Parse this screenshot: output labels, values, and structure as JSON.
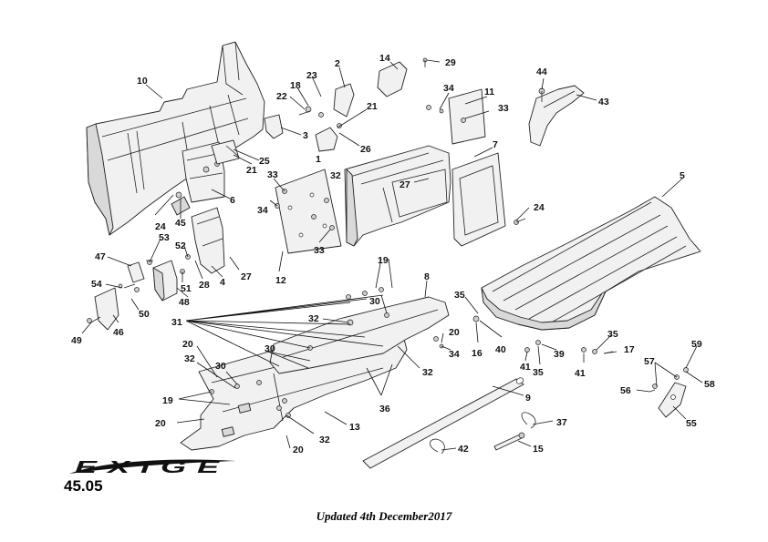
{
  "brand": "EXIGE",
  "page_number": "45.05",
  "update_note": "Updated 4th December2017",
  "callouts": [
    {
      "id": "c1",
      "text": "1"
    },
    {
      "id": "c2",
      "text": "2"
    },
    {
      "id": "c3",
      "text": "3"
    },
    {
      "id": "c4",
      "text": "4"
    },
    {
      "id": "c5",
      "text": "5"
    },
    {
      "id": "c6",
      "text": "6"
    },
    {
      "id": "c7",
      "text": "7"
    },
    {
      "id": "c8",
      "text": "8"
    },
    {
      "id": "c9",
      "text": "9"
    },
    {
      "id": "c10",
      "text": "10"
    },
    {
      "id": "c11",
      "text": "11"
    },
    {
      "id": "c12",
      "text": "12"
    },
    {
      "id": "c13",
      "text": "13"
    },
    {
      "id": "c14",
      "text": "14"
    },
    {
      "id": "c15",
      "text": "15"
    },
    {
      "id": "c16",
      "text": "16"
    },
    {
      "id": "c17",
      "text": "17"
    },
    {
      "id": "c18",
      "text": "18"
    },
    {
      "id": "c19a",
      "text": "19"
    },
    {
      "id": "c19b",
      "text": "19"
    },
    {
      "id": "c20a",
      "text": "20"
    },
    {
      "id": "c20b",
      "text": "20"
    },
    {
      "id": "c20c",
      "text": "20"
    },
    {
      "id": "c20d",
      "text": "20"
    },
    {
      "id": "c21a",
      "text": "21"
    },
    {
      "id": "c21b",
      "text": "21"
    },
    {
      "id": "c22",
      "text": "22"
    },
    {
      "id": "c23",
      "text": "23"
    },
    {
      "id": "c24a",
      "text": "24"
    },
    {
      "id": "c24b",
      "text": "24"
    },
    {
      "id": "c25",
      "text": "25"
    },
    {
      "id": "c26",
      "text": "26"
    },
    {
      "id": "c27a",
      "text": "27"
    },
    {
      "id": "c27b",
      "text": "27"
    },
    {
      "id": "c28",
      "text": "28"
    },
    {
      "id": "c29",
      "text": "29"
    },
    {
      "id": "c30a",
      "text": "30"
    },
    {
      "id": "c30b",
      "text": "30"
    },
    {
      "id": "c30c",
      "text": "30"
    },
    {
      "id": "c31",
      "text": "31"
    },
    {
      "id": "c32a",
      "text": "32"
    },
    {
      "id": "c32b",
      "text": "32"
    },
    {
      "id": "c32c",
      "text": "32"
    },
    {
      "id": "c32d",
      "text": "32"
    },
    {
      "id": "c32e",
      "text": "32"
    },
    {
      "id": "c33a",
      "text": "33"
    },
    {
      "id": "c33b",
      "text": "33"
    },
    {
      "id": "c33c",
      "text": "33"
    },
    {
      "id": "c34a",
      "text": "34"
    },
    {
      "id": "c34b",
      "text": "34"
    },
    {
      "id": "c34c",
      "text": "34"
    },
    {
      "id": "c35a",
      "text": "35"
    },
    {
      "id": "c35b",
      "text": "35"
    },
    {
      "id": "c35c",
      "text": "35"
    },
    {
      "id": "c36",
      "text": "36"
    },
    {
      "id": "c37",
      "text": "37"
    },
    {
      "id": "c39",
      "text": "39"
    },
    {
      "id": "c40",
      "text": "40"
    },
    {
      "id": "c41a",
      "text": "41"
    },
    {
      "id": "c41b",
      "text": "41"
    },
    {
      "id": "c42",
      "text": "42"
    },
    {
      "id": "c43",
      "text": "43"
    },
    {
      "id": "c44",
      "text": "44"
    },
    {
      "id": "c45",
      "text": "45"
    },
    {
      "id": "c46",
      "text": "46"
    },
    {
      "id": "c47",
      "text": "47"
    },
    {
      "id": "c48",
      "text": "48"
    },
    {
      "id": "c49",
      "text": "49"
    },
    {
      "id": "c50",
      "text": "50"
    },
    {
      "id": "c51",
      "text": "51"
    },
    {
      "id": "c52",
      "text": "52"
    },
    {
      "id": "c53",
      "text": "53"
    },
    {
      "id": "c54",
      "text": "54"
    },
    {
      "id": "c55",
      "text": "55"
    },
    {
      "id": "c56",
      "text": "56"
    },
    {
      "id": "c57",
      "text": "57"
    },
    {
      "id": "c58",
      "text": "58"
    },
    {
      "id": "c59",
      "text": "59"
    }
  ]
}
